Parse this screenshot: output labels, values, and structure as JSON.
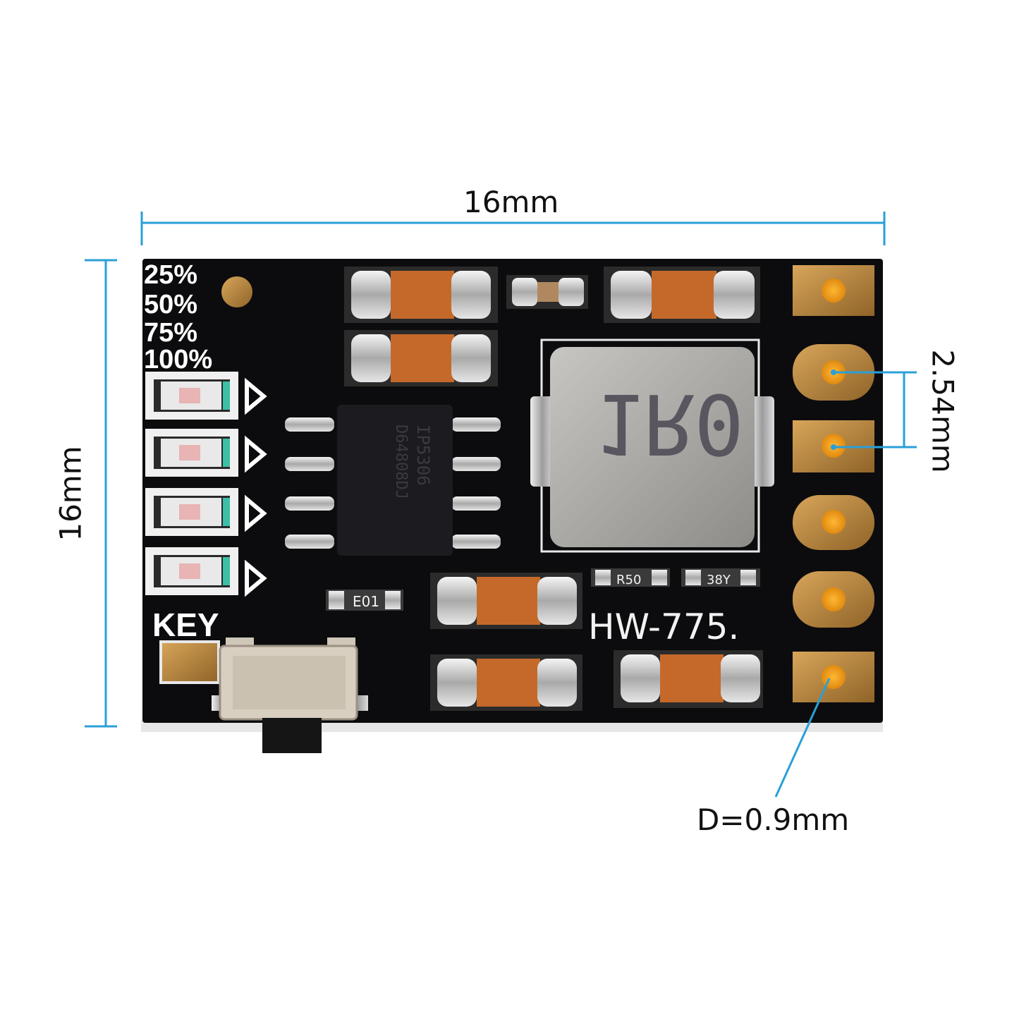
{
  "dimensions": {
    "width_label": "16mm",
    "height_label": "16mm",
    "pin_pitch_label": "2.54mm",
    "hole_label": "D=0.9mm"
  },
  "silkscreen": {
    "levels": [
      "25%",
      "50%",
      "75%",
      "100%"
    ],
    "key_label": "KEY",
    "model": "HW-775.",
    "ic_marking_1": "IP5306",
    "ic_marking_2": "D64808DJ",
    "inductor_marking": "1R0",
    "resistor_r50": "R50",
    "resistor_38y": "38Y",
    "resistor_e01": "E01"
  },
  "colors": {
    "dimension_line": "#2a9fd8",
    "board": "#0c0c0e",
    "pad_gold": "#b8863a",
    "capacitor": "#c5692b"
  }
}
